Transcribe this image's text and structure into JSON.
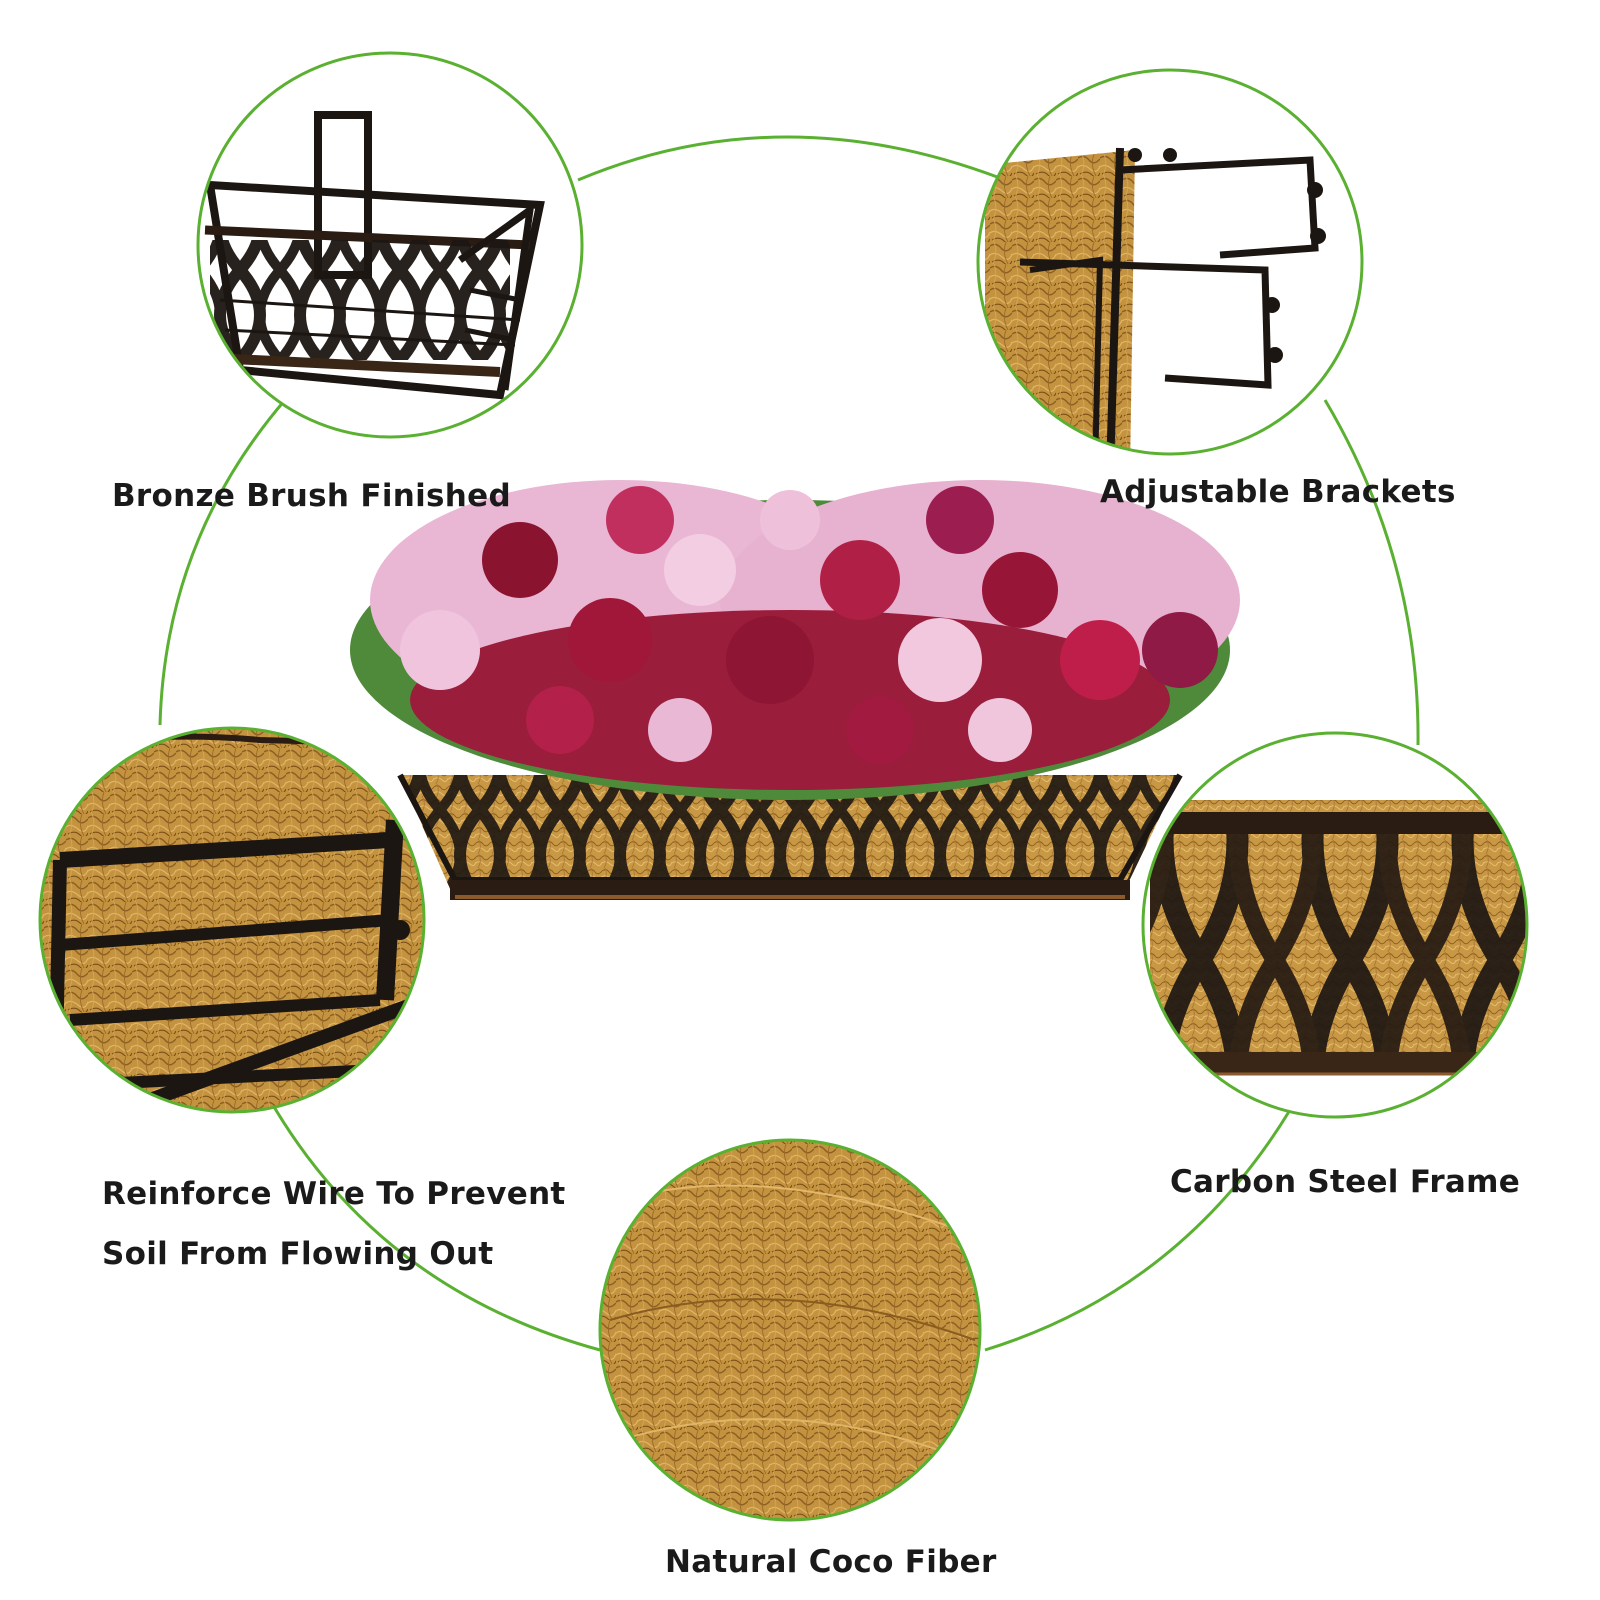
{
  "theme": {
    "accent": "#5ab031",
    "text": "#1a1a1a",
    "coir": "#c4933f",
    "frame": "#1c1612",
    "bronze": "#8a5a2c"
  },
  "features": {
    "bronze": {
      "label": "Bronze Brush Finished"
    },
    "brackets": {
      "label": "Adjustable Brackets"
    },
    "reinforce": {
      "line1": "Reinforce Wire To Prevent",
      "line2": "Soil From Flowing Out"
    },
    "carbon": {
      "label": "Carbon Steel Frame"
    },
    "coco": {
      "label": "Natural Coco Fiber"
    }
  }
}
